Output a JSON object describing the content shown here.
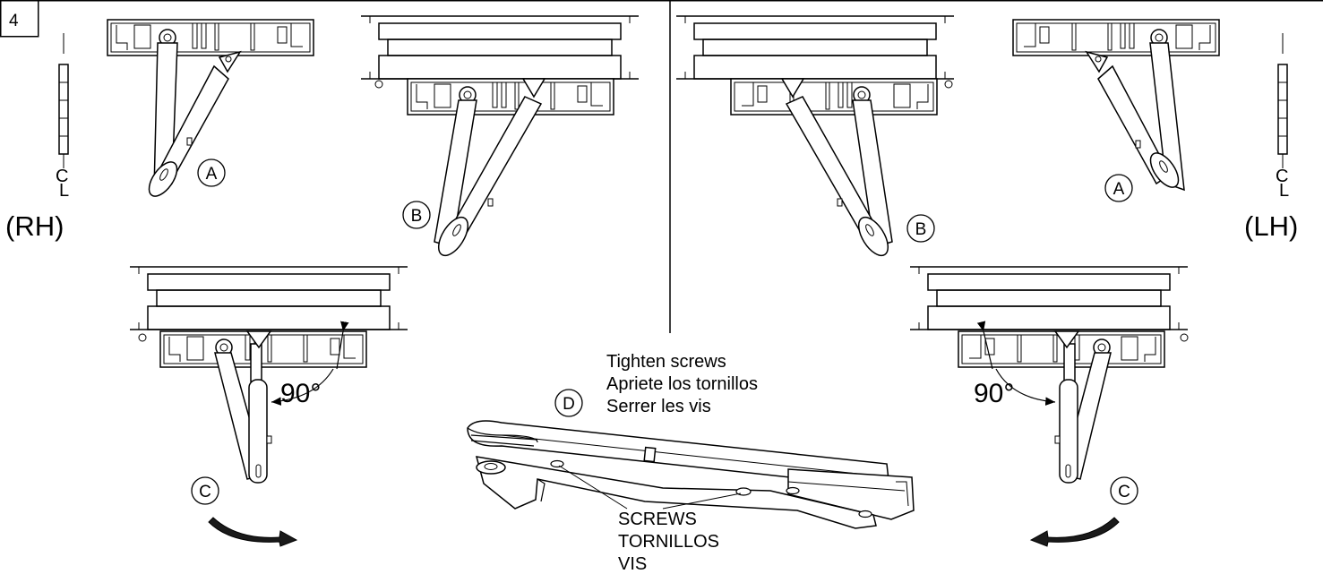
{
  "step_number": "4",
  "hand_labels": {
    "right": "(RH)",
    "left": "(LH)"
  },
  "centerline_symbol": {
    "top": "C",
    "bottom": "L"
  },
  "callouts": {
    "a": "A",
    "b": "B",
    "c": "C",
    "d": "D"
  },
  "angle_label": "90°",
  "tighten_instructions": [
    "Tighten screws",
    "Apriete los tornillos",
    "Serrer les vis"
  ],
  "screw_labels": [
    "SCREWS",
    "TORNILLOS",
    "VIS"
  ],
  "colors": {
    "line": "#000000",
    "background": "#ffffff",
    "arrow_fill": "#1a1a1a"
  }
}
